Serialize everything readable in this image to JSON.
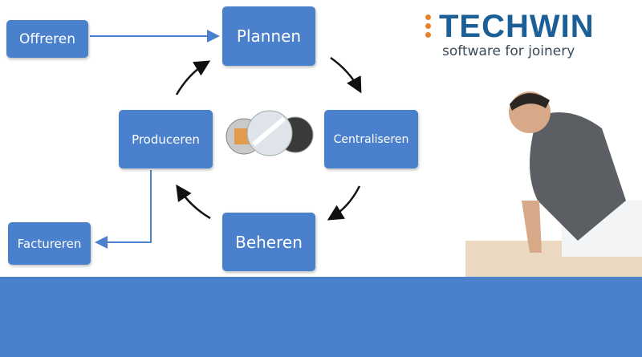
{
  "diagram": {
    "steps": {
      "offreren": "Offreren",
      "plannen": "Plannen",
      "centraliseren": "Centraliseren",
      "beheren": "Beheren",
      "produceren": "Produceren",
      "factureren": "Factureren"
    }
  },
  "logo": {
    "name": "TECHWIN",
    "tagline": "software for joinery"
  },
  "colors": {
    "box": "#4b80cc",
    "bar": "#4b80cc",
    "logo": "#1c5f96",
    "accent": "#e8822a"
  }
}
